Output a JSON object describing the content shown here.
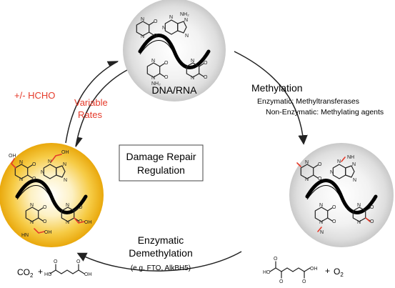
{
  "center": {
    "line1": "Damage Repair",
    "line2": "Regulation"
  },
  "top_sphere": {
    "label": "DNA/RNA"
  },
  "methylation": {
    "title": "Methylation",
    "enzymatic": "Enzymatic: Methyltransferases",
    "non_enzymatic": "Non-Enzymatic: Methylating agents"
  },
  "hcho": {
    "label": "+/- HCHO"
  },
  "variable_rates": {
    "line1": "Variable",
    "line2": "Rates"
  },
  "demethylation": {
    "line1": "Enzymatic",
    "line2": "Demethylation",
    "examples": "(e.g. FTO, AlkBH5)"
  },
  "products": {
    "co2": "CO",
    "co2_sub": "2",
    "plus": "+"
  },
  "reactants": {
    "plus": "+",
    "o2": "O",
    "o2_sub": "2"
  },
  "colors": {
    "red_text": "#e53a2a",
    "gray_sphere": "#d9d9d9",
    "yellow_sphere": "#f0b315"
  }
}
